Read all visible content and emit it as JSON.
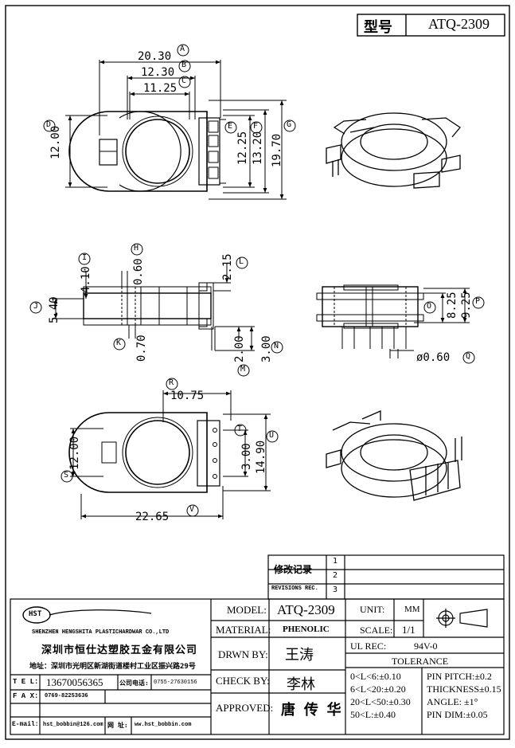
{
  "title_block": {
    "model_label": "型号",
    "model_value": "ATQ-2309"
  },
  "dimensions": {
    "top_view": [
      {
        "value": "20.30",
        "tag": "A"
      },
      {
        "value": "12.30",
        "tag": "B"
      },
      {
        "value": "11.25",
        "tag": "C"
      },
      {
        "value": "12.00",
        "tag": "D"
      },
      {
        "value": "12.25",
        "tag": "E"
      },
      {
        "value": "13.20",
        "tag": "F"
      },
      {
        "value": "19.70",
        "tag": "G"
      }
    ],
    "side_view": [
      {
        "value": "0.60",
        "tag": "H"
      },
      {
        "value": "4.10",
        "tag": "I"
      },
      {
        "value": "5.40",
        "tag": "J"
      },
      {
        "value": "0.70",
        "tag": "K"
      },
      {
        "value": "2.15",
        "tag": "L"
      },
      {
        "value": "2.00",
        "tag": "M"
      },
      {
        "value": "3.00",
        "tag": "N"
      }
    ],
    "front_view": [
      {
        "value": "8.25",
        "tag": "O"
      },
      {
        "value": "9.25",
        "tag": "P"
      },
      {
        "value": "ø0.60",
        "tag": "Q"
      }
    ],
    "bottom_view": [
      {
        "value": "10.75",
        "tag": "R"
      },
      {
        "value": "12.00",
        "tag": "S"
      },
      {
        "value": "3.00",
        "tag": "T"
      },
      {
        "value": "14.90",
        "tag": "U"
      },
      {
        "value": "22.65",
        "tag": "V"
      }
    ]
  },
  "revision": {
    "label_cn": "修改记录",
    "label_en": "REVISIONS REC.",
    "marks": [
      "1",
      "2",
      "3"
    ]
  },
  "company": {
    "logo_text": "HST",
    "name_en": "SHENZHEN HENGSHITA PLASTICHARDWAR CO.,LTD",
    "name_cn": "深圳市恒仕达塑胶五金有限公司",
    "address": "地址：深圳市光明区新湖街道楼村工业区振兴路29号",
    "tel_label": "T E L:",
    "tel_value": "13670056365",
    "phone_label": "公司电话:",
    "phone_value": "0755-27630156",
    "fax_label": "F A X:",
    "fax_value": "0769-82253636",
    "email_label": "E-mail:",
    "email_value": "hst_bobbin@126.com",
    "web_label": "网 址:",
    "web_value": "ww.hst_bobbin.com"
  },
  "spec": {
    "model_label": "MODEL:",
    "model_value": "ATQ-2309",
    "material_label": "MATERIAL:",
    "material_value": "PHENOLIC",
    "drwn_label": "DRWN BY:",
    "drwn_value": "王涛",
    "check_label": "CHECK BY:",
    "check_value": "李林",
    "approved_label": "APPROVED:",
    "approved_value": "唐 传 华",
    "unit_label": "UNIT:",
    "unit_value": "MM",
    "scale_label": "SCALE:",
    "scale_value": "1/1",
    "ul_label": "UL REC:",
    "ul_value": "94V-0",
    "tolerance_label": "TOLERANCE",
    "tol_1": "0<L<6:±0.10",
    "tol_2": "6<L<20:±0.20",
    "tol_3": "20<L<50:±0.30",
    "tol_4": "50<L:±0.40",
    "pin_pitch": "PIN PITCH:±0.2",
    "thickness": "THICKNESS±0.15",
    "angle": "ANGLE: ±1°",
    "pin_dim": "PIN DIM:±0.05"
  }
}
